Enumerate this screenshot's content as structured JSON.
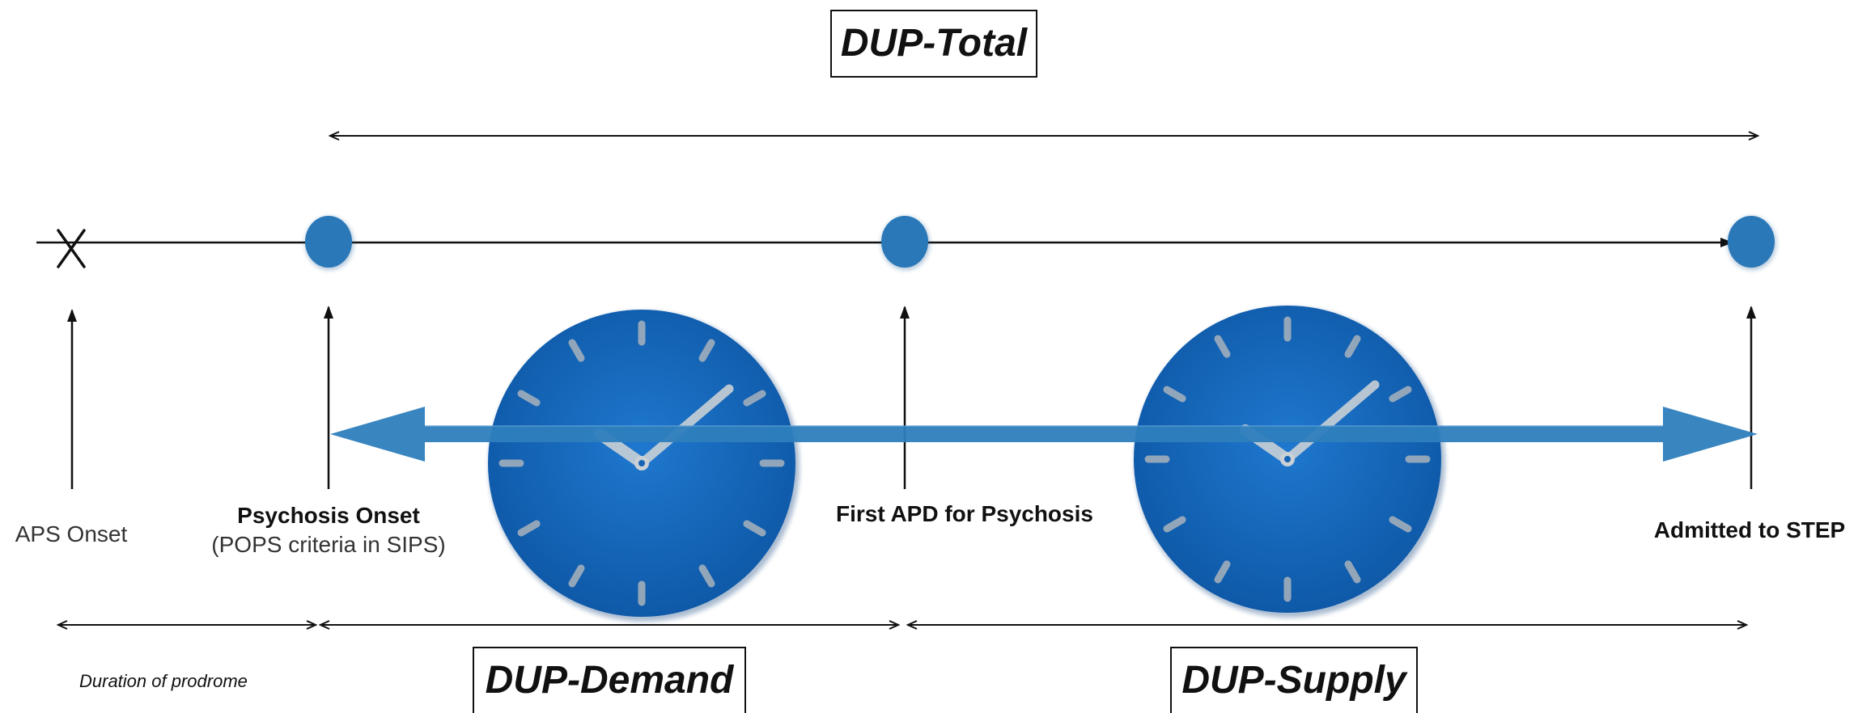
{
  "titles": {
    "total": "DUP-Total",
    "demand": "DUP-Demand",
    "supply": "DUP-Supply"
  },
  "milestones": {
    "aps_onset": "APS Onset",
    "psychosis_onset": "Psychosis Onset",
    "psychosis_onset_sub": "(POPS criteria in SIPS)",
    "first_apd": "First APD for Psychosis",
    "admitted": "Admitted to STEP"
  },
  "annotations": {
    "prodrome": "Duration of prodrome",
    "aps_marker": "X"
  },
  "colors": {
    "node": "#2a78b8",
    "clock_face": "#1464b4",
    "band": "#2e7ebd",
    "line": "#111111"
  }
}
